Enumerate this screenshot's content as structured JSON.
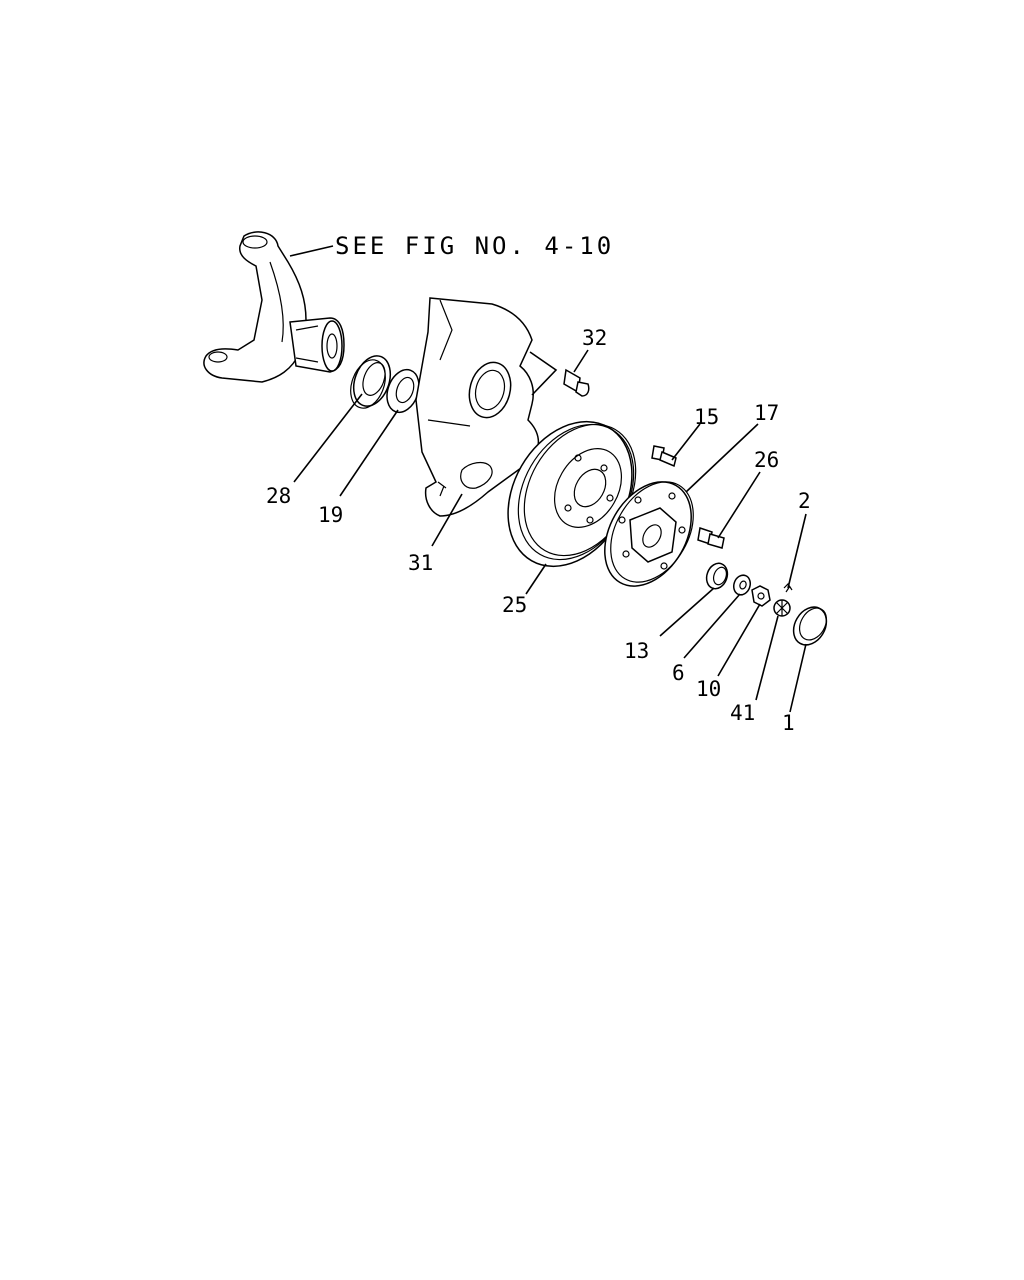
{
  "reference_note": "SEE FIG NO. 4-10",
  "callouts": [
    "32",
    "15",
    "17",
    "26",
    "2",
    "28",
    "19",
    "31",
    "25",
    "13",
    "6",
    "10",
    "41",
    "1"
  ]
}
